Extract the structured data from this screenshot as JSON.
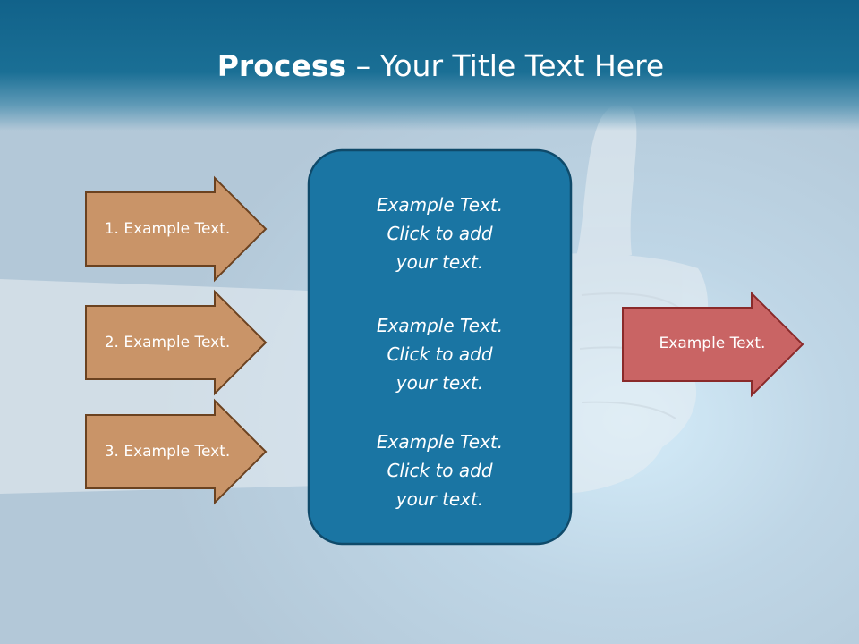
{
  "slide": {
    "title_bold": "Process",
    "title_rest": " – Your Title Text Here"
  },
  "left_arrows": [
    {
      "label": "1. Example Text."
    },
    {
      "label": "2. Example Text."
    },
    {
      "label": "3. Example Text."
    }
  ],
  "center_box": {
    "blocks": [
      {
        "lines": [
          "Example Text.",
          "Click  to add",
          "your text."
        ]
      },
      {
        "lines": [
          "Example Text.",
          "Click  to add",
          "your text."
        ]
      },
      {
        "lines": [
          "Example Text.",
          "Click  to add",
          "your text."
        ]
      }
    ]
  },
  "right_arrow": {
    "label": "Example Text."
  },
  "colors": {
    "header": "#11628a",
    "left_arrow_fill": "#c99468",
    "left_arrow_stroke": "#6b4220",
    "center_fill": "#1a75a3",
    "center_stroke": "#0f4a6a",
    "right_arrow_fill": "#c96464",
    "right_arrow_stroke": "#8a2a2a"
  }
}
